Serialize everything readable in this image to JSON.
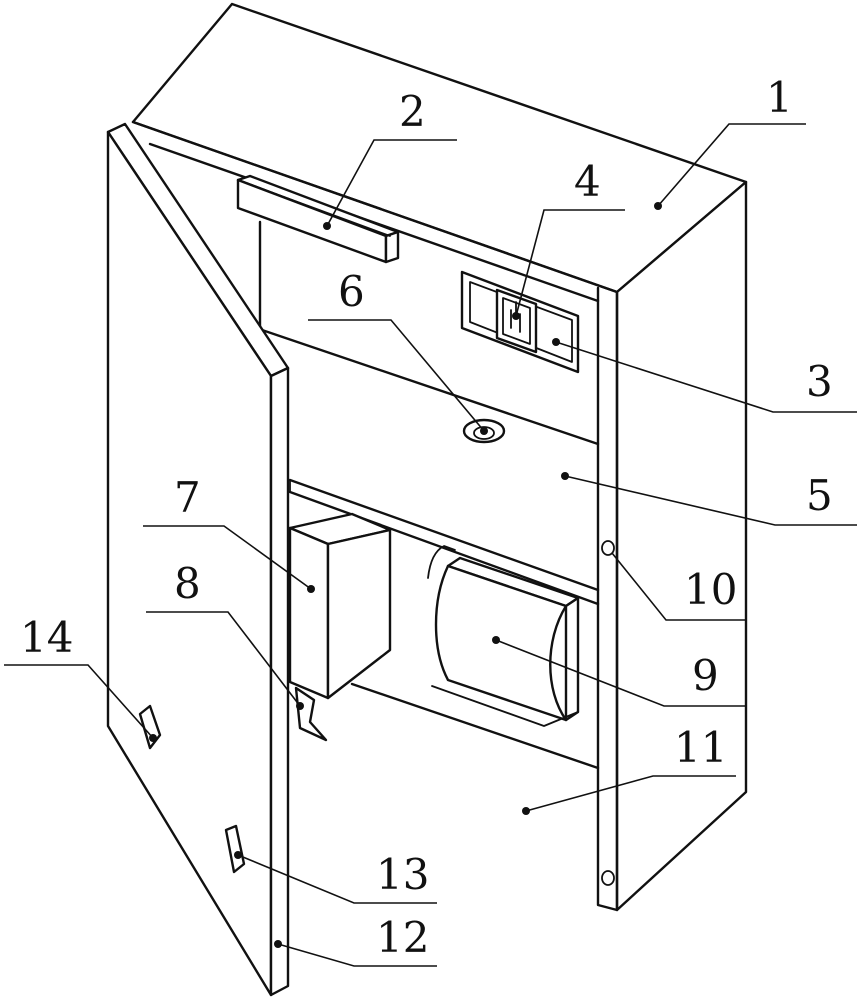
{
  "figure": {
    "labels": [
      "1",
      "2",
      "3",
      "4",
      "5",
      "6",
      "7",
      "8",
      "9",
      "10",
      "11",
      "12",
      "13",
      "14"
    ]
  },
  "style": {
    "line_color": "#111111",
    "background": "#ffffff"
  }
}
